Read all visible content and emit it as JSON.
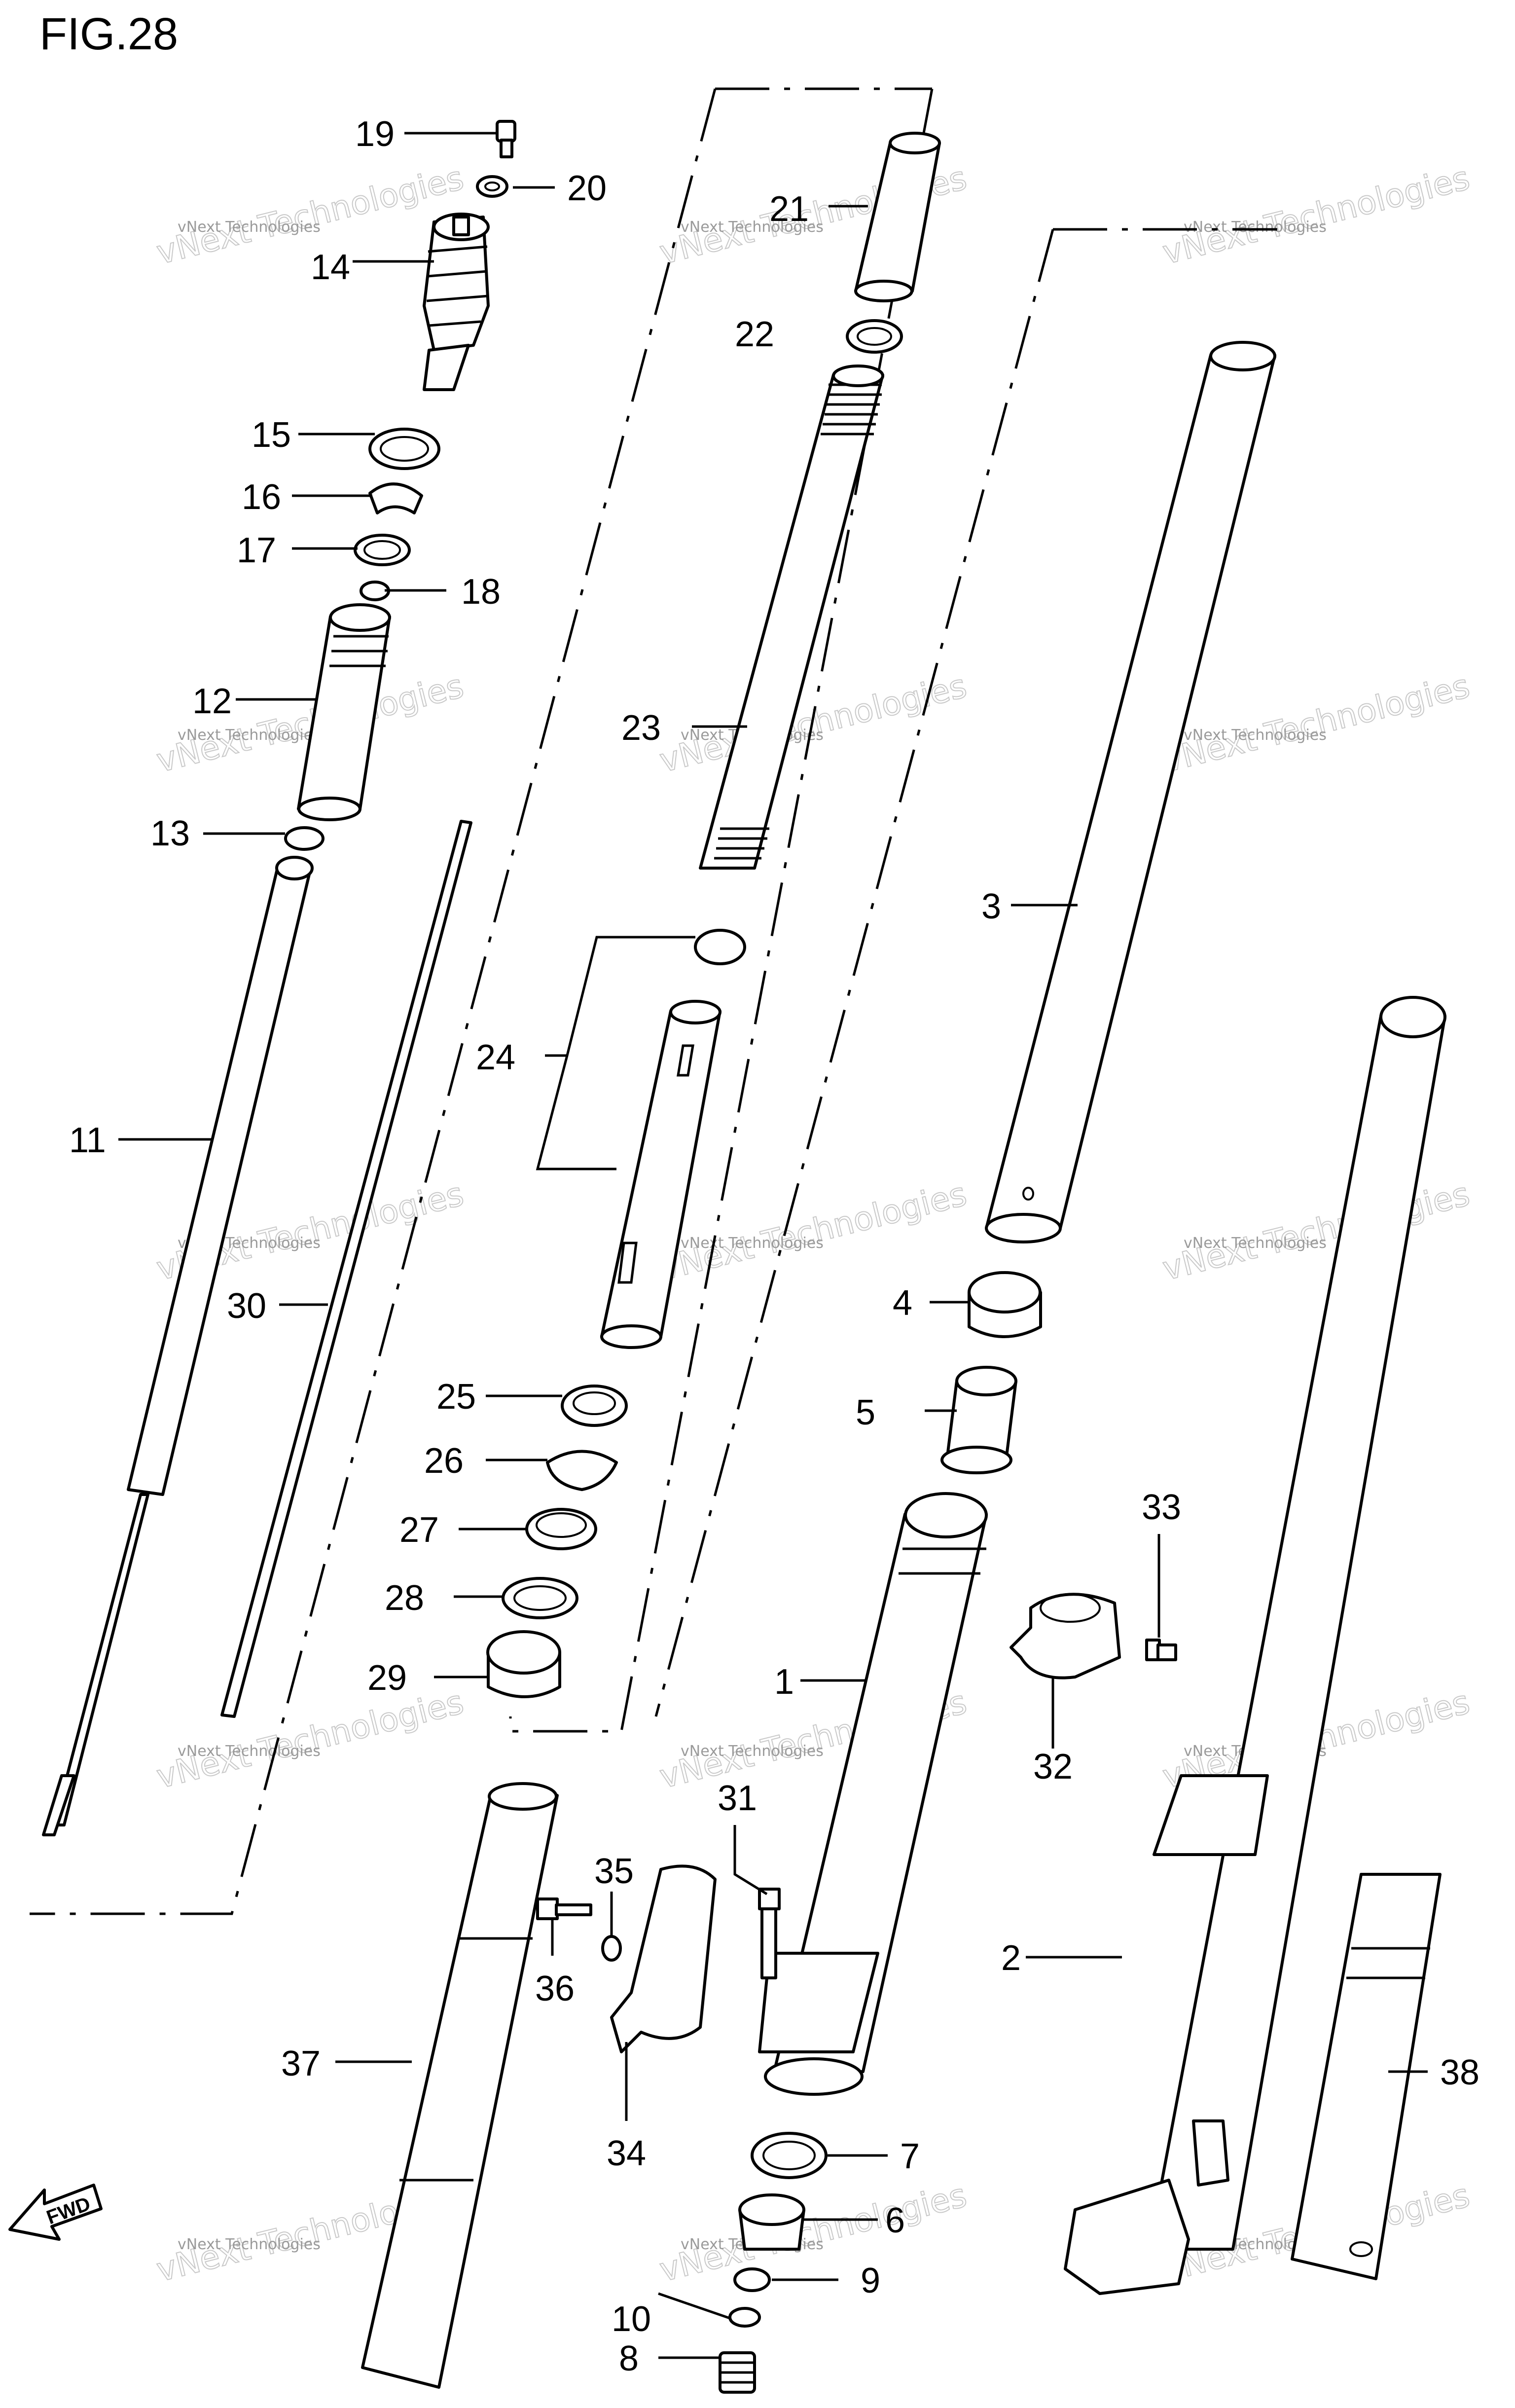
{
  "figure": {
    "title": "FIG.28"
  },
  "direction": {
    "label": "FWD"
  },
  "watermark": {
    "line1": "vNext Technologies",
    "line2": "vNext Technologies"
  },
  "parts": {
    "p1": "1",
    "p2": "2",
    "p3": "3",
    "p4": "4",
    "p5": "5",
    "p6": "6",
    "p7": "7",
    "p8": "8",
    "p9": "9",
    "p10": "10",
    "p11": "11",
    "p12": "12",
    "p13": "13",
    "p14": "14",
    "p15": "15",
    "p16": "16",
    "p17": "17",
    "p18": "18",
    "p19": "19",
    "p20": "20",
    "p21": "21",
    "p22": "22",
    "p23": "23",
    "p24": "24",
    "p25": "25",
    "p26": "26",
    "p27": "27",
    "p28": "28",
    "p29": "29",
    "p30": "30",
    "p31": "31",
    "p32": "32",
    "p33": "33",
    "p34": "34",
    "p35": "35",
    "p36": "36",
    "p37": "37",
    "p38": "38"
  }
}
